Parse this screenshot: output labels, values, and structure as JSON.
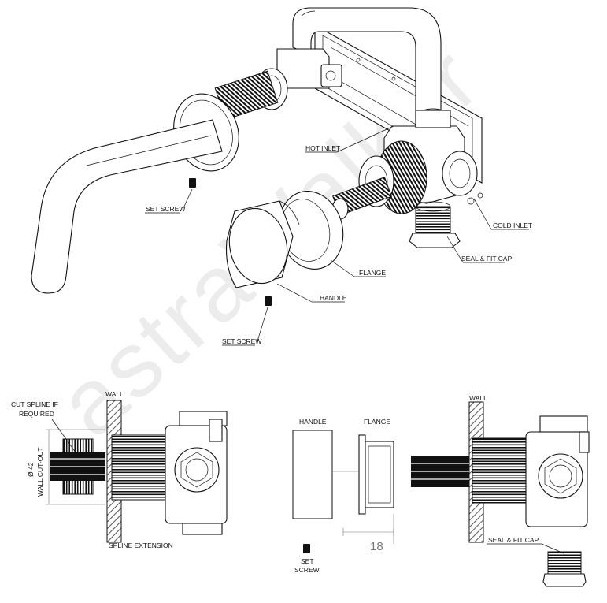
{
  "watermark": "astraWalker",
  "exploded_view": {
    "labels": {
      "hot_inlet": "HOT INLET",
      "cold_inlet": "COLD INLET",
      "set_screw_upper": "SET SCREW",
      "seal_fit_cap": "SEAL & FIT CAP",
      "flange": "FLANGE",
      "handle": "HANDLE",
      "set_screw_lower": "SET SCREW"
    }
  },
  "left_section": {
    "wall": "WALL",
    "cut_spline_line1": "CUT SPLINE IF",
    "cut_spline_line2": "REQUIRED",
    "diameter": "Ø 42",
    "wall_cutout": "WALL CUT-OUT",
    "spline_extension": "SPLINE EXTENSION"
  },
  "right_section": {
    "handle": "HANDLE",
    "flange": "FLANGE",
    "wall": "WALL",
    "seal_fit_cap": "SEAL & FIT CAP",
    "set_line1": "SET",
    "set_line2": "SCREW",
    "dimension": "18"
  }
}
